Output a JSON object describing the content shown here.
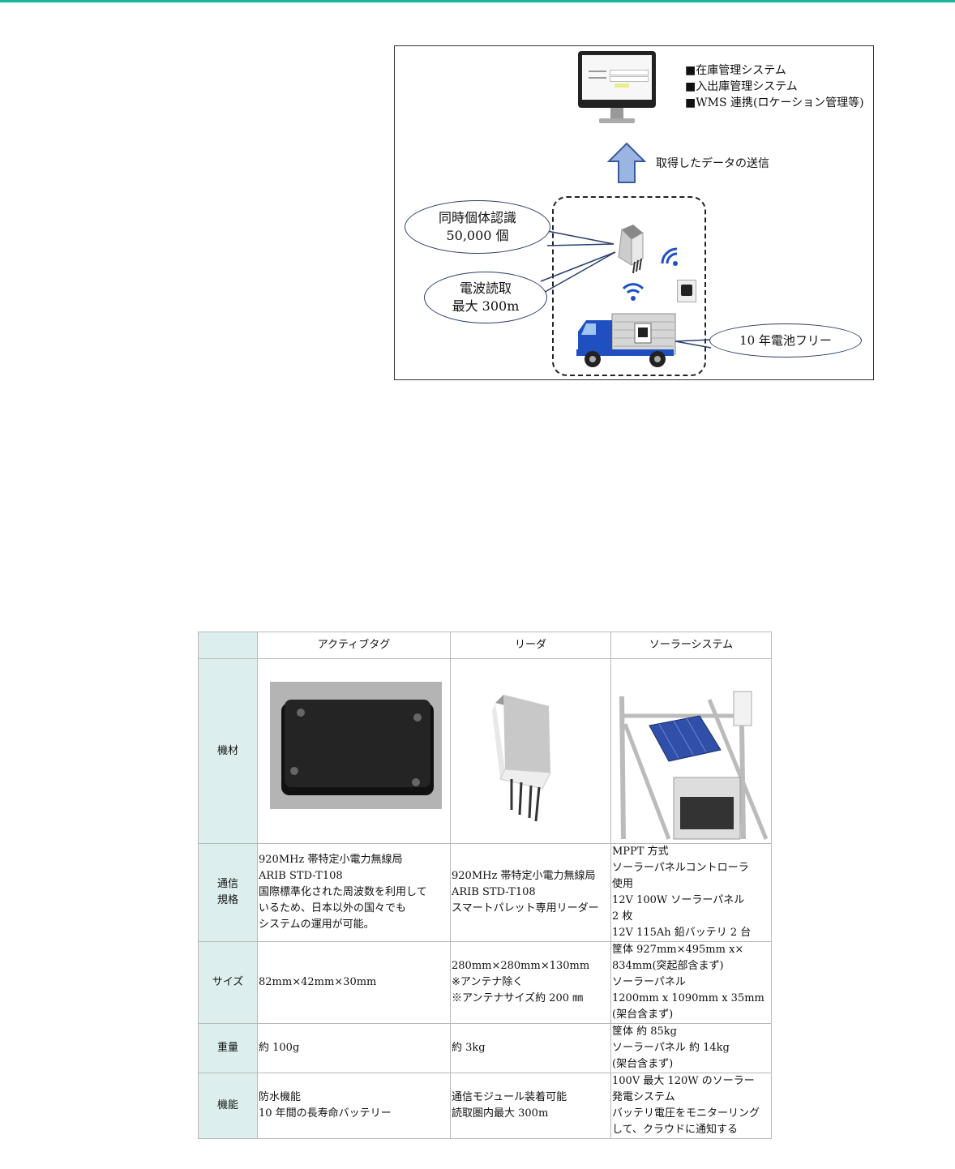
{
  "diagram": {
    "systems": [
      "■在庫管理システム",
      "■入出庫管理システム",
      "■WMS 連携(ロケーション管理等)"
    ],
    "arrow_label": "取得したデータの送信",
    "bubble_recognition": "同時個体認識\n50,000 個",
    "bubble_range": "電波読取\n最大 300m",
    "bubble_battery": "10 年電池フリー",
    "colors": {
      "arrow": "#9ab5e2",
      "arrow_stroke": "#3a5a9a",
      "truck": "#1f4fc1",
      "bubble_border": "#2a3f6b",
      "wifi": "#1f4fc1"
    }
  },
  "table": {
    "headers": [
      "アクティブタグ",
      "リーダ",
      "ソーラーシステム"
    ],
    "rows": [
      {
        "label": "機材",
        "cells": [
          "",
          "",
          ""
        ]
      },
      {
        "label": "通信\n規格",
        "cells": [
          "920MHz 帯特定小電力無線局\nARIB STD-T108\n国際標準化された周波数を利用して\nいるため、日本以外の国々でも\nシステムの運用が可能。",
          "920MHz 帯特定小電力無線局\nARIB STD-T108\nスマートパレット専用リーダー",
          "MPPT 方式\nソーラーパネルコントローラ\n使用\n12V 100W ソーラーパネル\n2 枚\n12V 115Ah 鉛バッテリ 2 台"
        ]
      },
      {
        "label": "サイズ",
        "cells": [
          "82mm×42mm×30mm",
          "280mm×280mm×130mm\n※アンテナ除く\n※アンテナサイズ約 200 ㎜",
          "筐体 927mm×495mm x×\n834mm(突起部含まず)\nソーラーパネル\n1200mm x 1090mm x 35mm\n(架台含まず)"
        ]
      },
      {
        "label": "重量",
        "cells": [
          "約 100g",
          "約 3kg",
          "筐体 約 85kg\nソーラーパネル 約 14kg\n(架台含まず)"
        ]
      },
      {
        "label": "機能",
        "cells": [
          "防水機能\n10 年間の長寿命バッテリー",
          "通信モジュール装着可能\n読取圏内最大 300m",
          "100V 最大 120W のソーラー\n発電システム\nバッテリ電圧をモニターリング\nして、クラウドに通知する"
        ]
      }
    ]
  }
}
